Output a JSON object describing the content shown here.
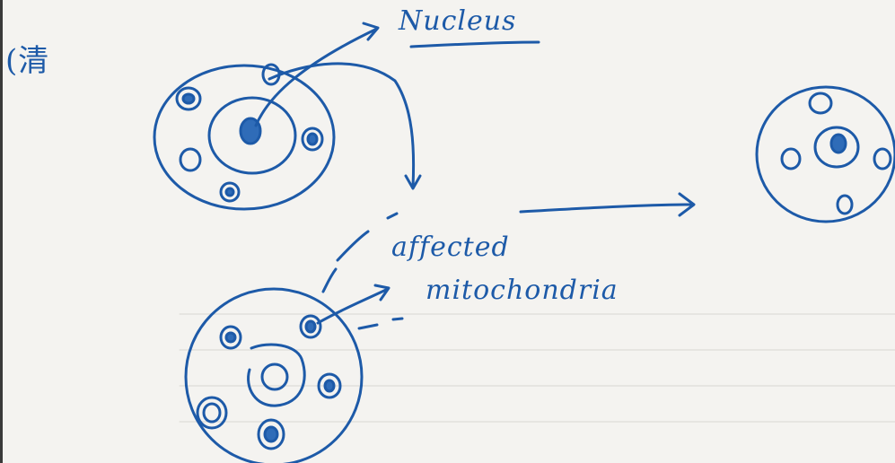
{
  "labels": {
    "mark": "(清",
    "nucleus": "Nucleus",
    "affected": "affected",
    "mitochondria": "mitochondria"
  },
  "colors": {
    "ink": "#1d5aa8",
    "paper": "#f4f3f0"
  }
}
